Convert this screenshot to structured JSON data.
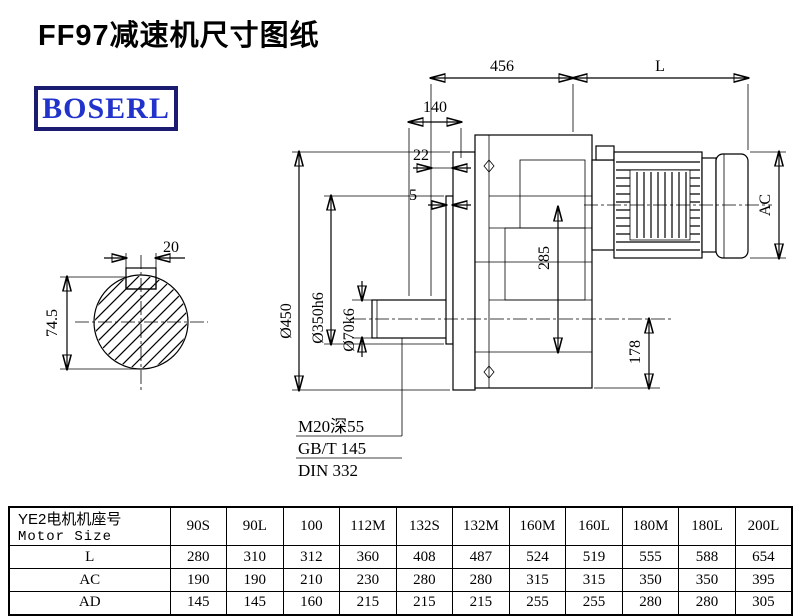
{
  "header": {
    "title": "FF97减速机尺寸图纸",
    "brand": "BOSERL"
  },
  "drawing": {
    "dim_456": "456",
    "dim_L": "L",
    "dim_140": "140",
    "dim_22": "22",
    "dim_5": "5",
    "dim_AC": "AC",
    "dim_285": "285",
    "dim_178": "178",
    "dia_450": "Ø450",
    "dia_350": "Ø350h6",
    "dia_70": "Ø70k6",
    "dim_20": "20",
    "dim_74_5": "74.5",
    "note_thread": "M20深55",
    "note_gbt": "GB/T 145",
    "note_din": "DIN 332"
  },
  "table": {
    "row_header_line1": "YE2电机机座号",
    "row_header_line2": "Motor Size",
    "columns": [
      "90S",
      "90L",
      "100",
      "112M",
      "132S",
      "132M",
      "160M",
      "160L",
      "180M",
      "180L",
      "200L"
    ],
    "rows": [
      {
        "label": "L",
        "values": [
          "280",
          "310",
          "312",
          "360",
          "408",
          "487",
          "524",
          "519",
          "555",
          "588",
          "654"
        ]
      },
      {
        "label": "AC",
        "values": [
          "190",
          "190",
          "210",
          "230",
          "280",
          "280",
          "315",
          "315",
          "350",
          "350",
          "395"
        ]
      },
      {
        "label": "AD",
        "values": [
          "145",
          "145",
          "160",
          "215",
          "215",
          "215",
          "255",
          "255",
          "280",
          "280",
          "305"
        ]
      }
    ]
  }
}
